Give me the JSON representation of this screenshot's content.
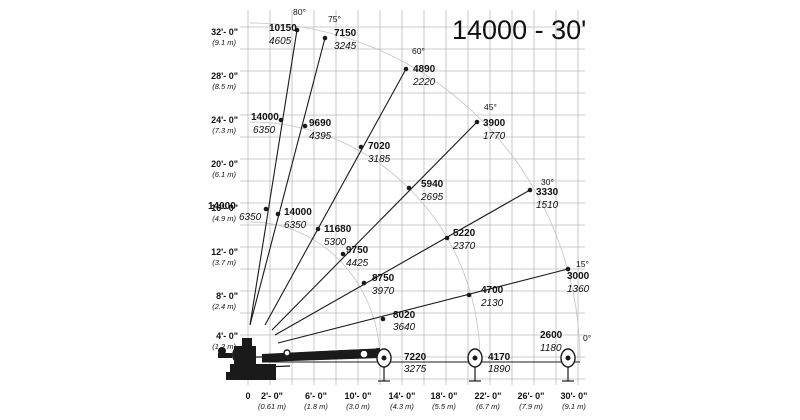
{
  "title": "14000 - 30'",
  "y_axis": [
    {
      "ft": "32'- 0\"",
      "m": "(9.1 m)"
    },
    {
      "ft": "28'- 0\"",
      "m": "(8.5 m)"
    },
    {
      "ft": "24'- 0\"",
      "m": "(7.3 m)"
    },
    {
      "ft": "20'- 0\"",
      "m": "(6.1 m)"
    },
    {
      "ft": "16'- 0\"",
      "m": "(4.9 m)"
    },
    {
      "ft": "12'- 0\"",
      "m": "(3.7 m)"
    },
    {
      "ft": "8'- 0\"",
      "m": "(2.4 m)"
    },
    {
      "ft": "4'- 0\"",
      "m": "(1.2 m)"
    }
  ],
  "x_axis": [
    {
      "ft": "0",
      "m": ""
    },
    {
      "ft": "2'- 0\"",
      "m": "(0.61 m)"
    },
    {
      "ft": "6'- 0\"",
      "m": "(1.8 m)"
    },
    {
      "ft": "10'- 0\"",
      "m": "(3.0 m)"
    },
    {
      "ft": "14'- 0\"",
      "m": "(4.3 m)"
    },
    {
      "ft": "18'- 0\"",
      "m": "(5.5 m)"
    },
    {
      "ft": "22'- 0\"",
      "m": "(6.7 m)"
    },
    {
      "ft": "26'- 0\"",
      "m": "(7.9 m)"
    },
    {
      "ft": "30'- 0\"",
      "m": "(9.1 m)"
    }
  ],
  "angles": [
    "80°",
    "75°",
    "60°",
    "45°",
    "30°",
    "15°",
    "0°"
  ],
  "capacities": [
    {
      "lb": "10150",
      "kg": "4605"
    },
    {
      "lb": "7150",
      "kg": "3245"
    },
    {
      "lb": "4890",
      "kg": "2220"
    },
    {
      "lb": "3900",
      "kg": "1770"
    },
    {
      "lb": "3330",
      "kg": "1510"
    },
    {
      "lb": "3000",
      "kg": "1360"
    },
    {
      "lb": "2600",
      "kg": "1180"
    },
    {
      "lb": "14000",
      "kg": "6350"
    },
    {
      "lb": "9690",
      "kg": "4395"
    },
    {
      "lb": "7020",
      "kg": "3185"
    },
    {
      "lb": "5940",
      "kg": "2695"
    },
    {
      "lb": "5220",
      "kg": "2370"
    },
    {
      "lb": "4700",
      "kg": "2130"
    },
    {
      "lb": "4170",
      "kg": "1890"
    },
    {
      "lb": "14000",
      "kg": "6350"
    },
    {
      "lb": "14000",
      "kg": "6350"
    },
    {
      "lb": "11680",
      "kg": "5300"
    },
    {
      "lb": "9750",
      "kg": "4425"
    },
    {
      "lb": "8750",
      "kg": "3970"
    },
    {
      "lb": "8020",
      "kg": "3640"
    },
    {
      "lb": "7220",
      "kg": "3275"
    }
  ]
}
